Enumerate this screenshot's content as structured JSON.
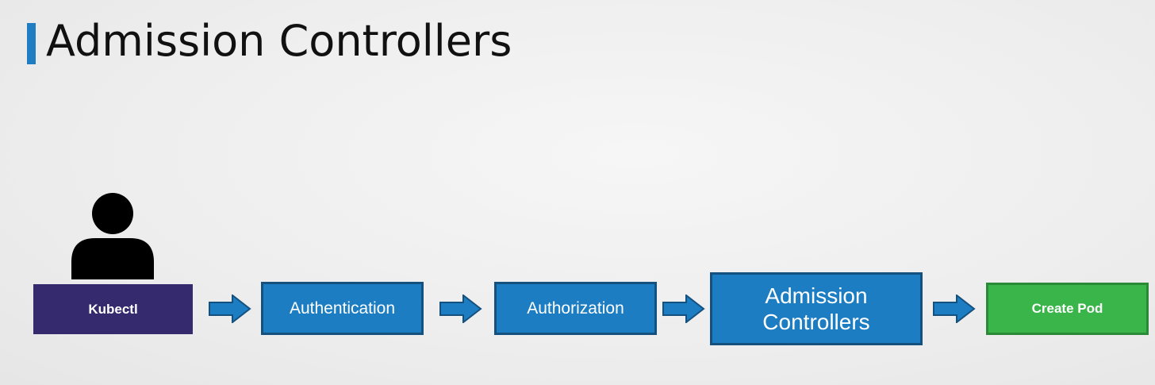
{
  "slide": {
    "title": "Admission Controllers"
  },
  "flow": {
    "user": {
      "icon": "person-icon",
      "label": "Kubectl"
    },
    "steps": [
      {
        "label": "Authentication"
      },
      {
        "label": "Authorization"
      },
      {
        "label_line1": "Admission",
        "label_line2": "Controllers"
      },
      {
        "label": "Create Pod"
      }
    ]
  },
  "colors": {
    "accent": "#1f7ec2",
    "kubectl_box": "#352a6e",
    "step_box": "#1c7dc2",
    "step_border": "#15517f",
    "create_pod_box": "#3ab54a",
    "arrow": "#1c7dc2"
  }
}
